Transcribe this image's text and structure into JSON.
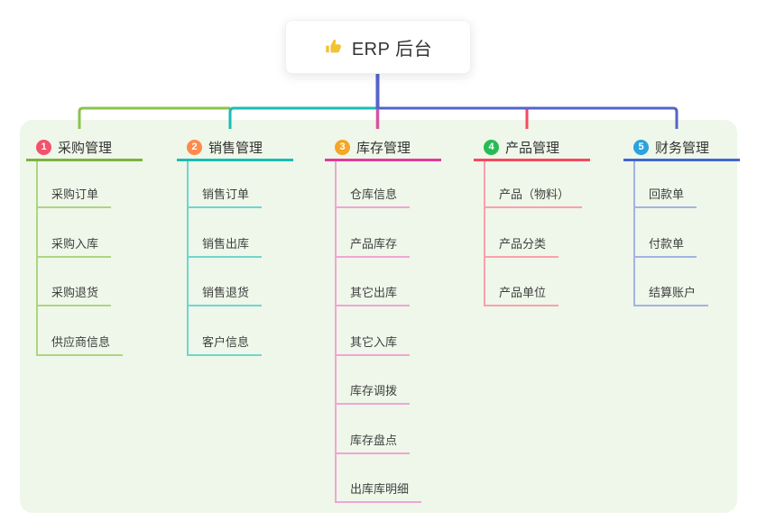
{
  "root": {
    "label": "ERP 后台",
    "icon": "thumbs-up-icon",
    "icon_color": "#F2C230",
    "card_bg": "#ffffff",
    "line_color": "#5564C8"
  },
  "panel": {
    "bg": "#EEF7E9"
  },
  "branches": [
    {
      "number": "1",
      "label": "采购管理",
      "badge_color": "#F4516C",
      "color": "#7CB342",
      "spine_color": "#8BC34A",
      "light_color": "#AED581",
      "children": [
        "采购订单",
        "采购入库",
        "采购退货",
        "供应商信息"
      ]
    },
    {
      "number": "2",
      "label": "销售管理",
      "badge_color": "#FF8A4C",
      "color": "#1ABDB2",
      "spine_color": "#1ABDB2",
      "light_color": "#6FD6CE",
      "children": [
        "销售订单",
        "销售出库",
        "销售退货",
        "客户信息"
      ]
    },
    {
      "number": "3",
      "label": "库存管理",
      "badge_color": "#F5A623",
      "color": "#E5399B",
      "spine_color": "#D6549E",
      "light_color": "#F0A6D2",
      "children": [
        "仓库信息",
        "产品库存",
        "其它出库",
        "其它入库",
        "库存调拨",
        "库存盘点",
        "出库库明细"
      ]
    },
    {
      "number": "4",
      "label": "产品管理",
      "badge_color": "#27BB55",
      "color": "#F8485E",
      "spine_color": "#F8485E",
      "light_color": "#FBA0AC",
      "children": [
        "产品（物料）",
        "产品分类",
        "产品单位"
      ]
    },
    {
      "number": "5",
      "label": "财务管理",
      "badge_color": "#2BA3DC",
      "color": "#4466CF",
      "spine_color": "#5564C8",
      "light_color": "#A4B3E4",
      "children": [
        "回款单",
        "付款单",
        "结算账户"
      ]
    }
  ]
}
